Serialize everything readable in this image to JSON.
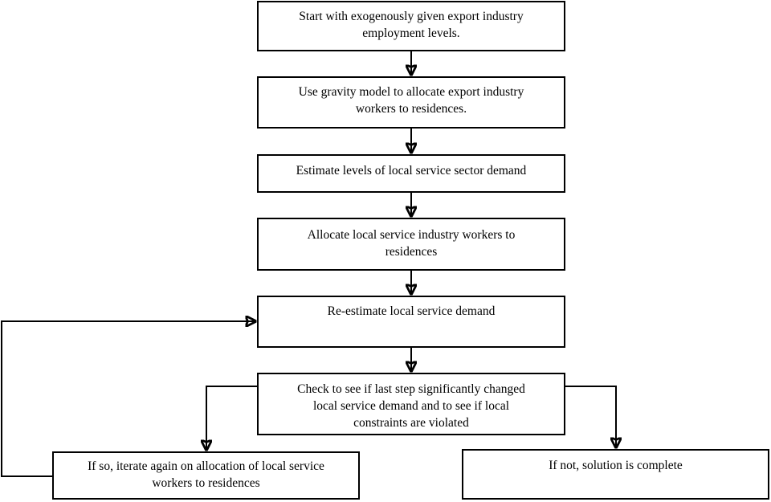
{
  "diagram": {
    "type": "flowchart",
    "colors": {
      "line": "#000000",
      "background": "#ffffff",
      "text": "#000000"
    },
    "nodes": [
      {
        "id": "start",
        "lines": [
          "Start with exogenously given export industry",
          "employment levels."
        ]
      },
      {
        "id": "gravity-allocation",
        "lines": [
          "Use gravity model to allocate export industry",
          "workers to residences."
        ]
      },
      {
        "id": "estimate-demand",
        "lines": [
          "Estimate levels of local service sector demand"
        ]
      },
      {
        "id": "allocate-service-workers",
        "lines": [
          "Allocate local service industry workers to",
          "residences"
        ]
      },
      {
        "id": "reestimate-demand",
        "lines": [
          "Re-estimate local service demand"
        ]
      },
      {
        "id": "check-convergence",
        "lines": [
          "Check to see if last step significantly changed",
          "local service demand and to see if local",
          "constraints are violated"
        ]
      },
      {
        "id": "iterate",
        "lines": [
          "If so, iterate again on allocation of local service",
          "workers to residences"
        ]
      },
      {
        "id": "complete",
        "lines": [
          "If not, solution is complete"
        ]
      }
    ],
    "edges": [
      {
        "from": "start",
        "to": "gravity-allocation"
      },
      {
        "from": "gravity-allocation",
        "to": "estimate-demand"
      },
      {
        "from": "estimate-demand",
        "to": "allocate-service-workers"
      },
      {
        "from": "allocate-service-workers",
        "to": "reestimate-demand"
      },
      {
        "from": "reestimate-demand",
        "to": "check-convergence"
      },
      {
        "from": "check-convergence",
        "to": "iterate"
      },
      {
        "from": "check-convergence",
        "to": "complete"
      },
      {
        "from": "iterate",
        "to": "reestimate-demand"
      }
    ]
  }
}
